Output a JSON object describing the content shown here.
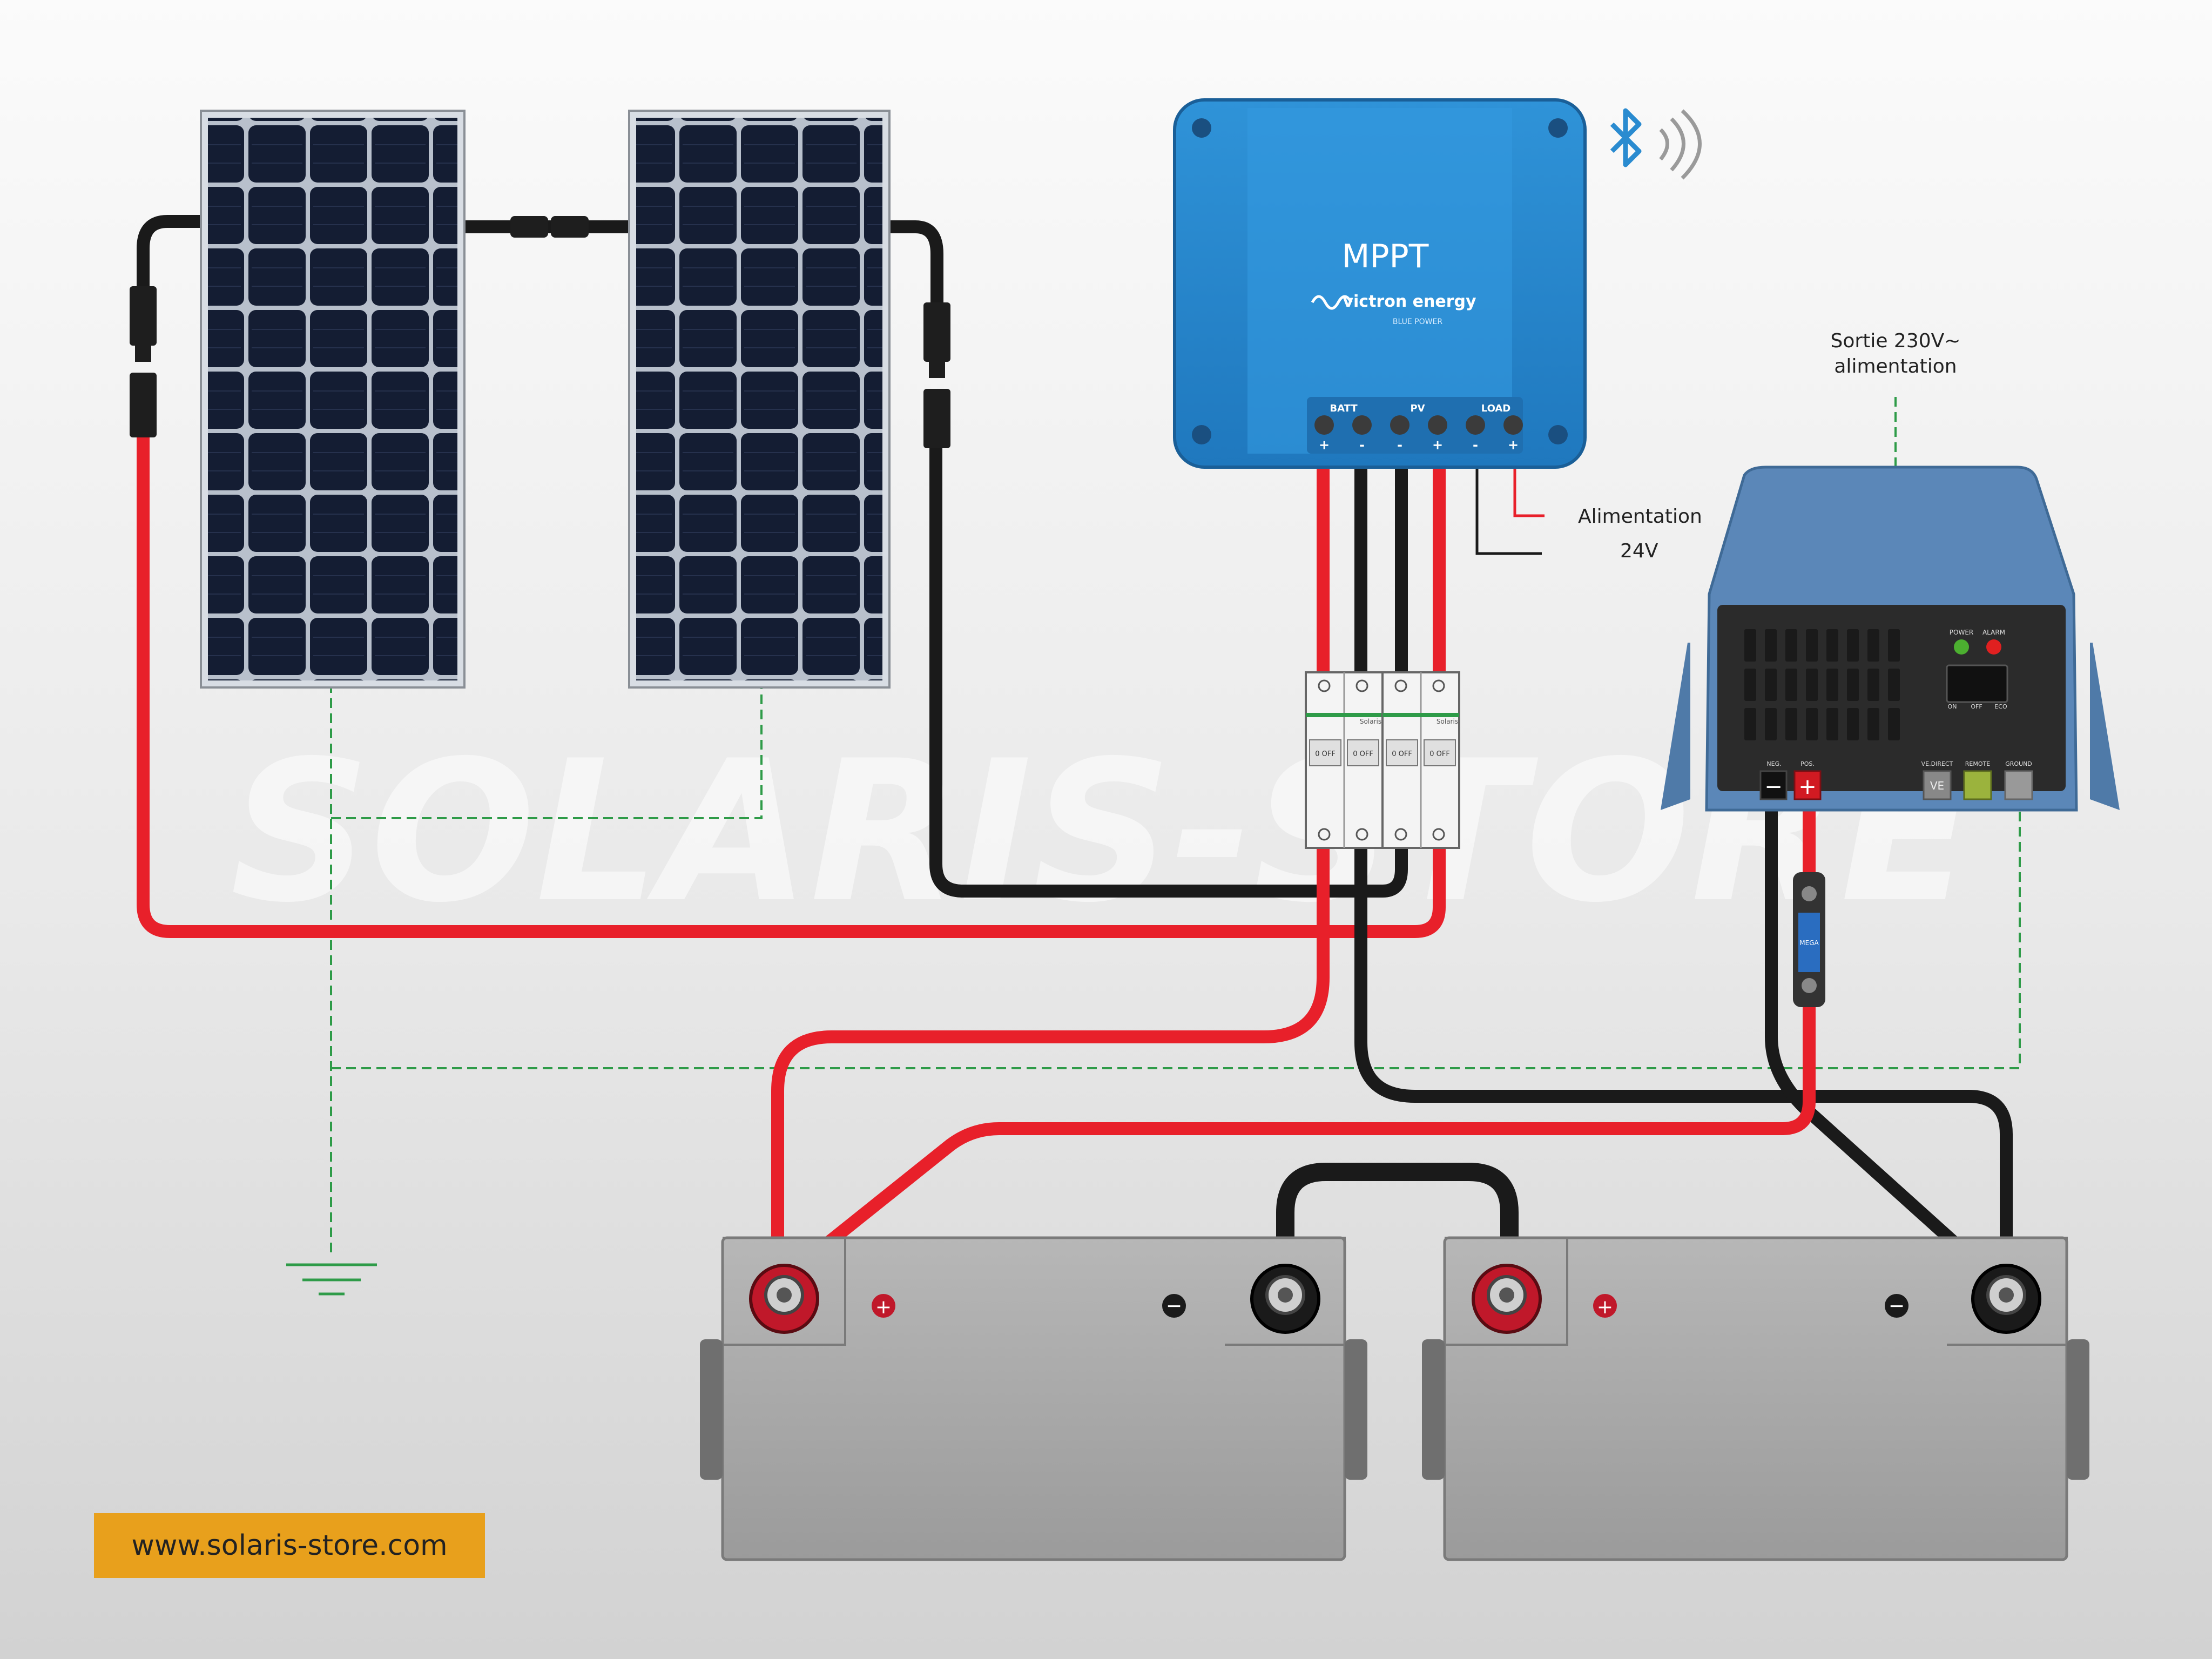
{
  "watermark": "SOLARIS-STORE",
  "controller": {
    "title": "MPPT",
    "brand": "victron energy",
    "brand_sub": "BLUE POWER",
    "terminal_groups": [
      "BATT",
      "PV",
      "LOAD"
    ],
    "terminal_signs": [
      "+",
      "-",
      "-",
      "+",
      "-",
      "+"
    ]
  },
  "labels": {
    "inverter_output": [
      "Sortie 230V~",
      "alimentation"
    ],
    "load_output": [
      "Alimentation",
      "24V"
    ],
    "website": "www.solaris-store.com"
  },
  "breaker": {
    "brand": "Solaris",
    "off_text": "0 OFF"
  },
  "inverter": {
    "indicators": [
      "POWER",
      "ALARM"
    ],
    "switch_positions": [
      "ON",
      "OFF",
      "ECO"
    ],
    "terminals": [
      "NEG.",
      "POS."
    ],
    "ports": [
      "VE.DIRECT",
      "REMOTE",
      "GROUND"
    ],
    "port_icon": "VE"
  },
  "fuse": {
    "text": "MEGA"
  },
  "battery": {
    "plus_symbol": "+",
    "minus_symbol": "−"
  },
  "colors": {
    "positive_wire": "#e8202a",
    "negative_wire": "#1a1a1a",
    "ground_wire": "#2e9b48",
    "controller_blue": "#2a8bd0",
    "inverter_blue": "#5b87b8",
    "battery_gray": "#a8a8a8",
    "badge": "#e8a01c"
  },
  "icons": [
    "bluetooth-icon",
    "signal-waves-icon",
    "ground-symbol-icon"
  ]
}
